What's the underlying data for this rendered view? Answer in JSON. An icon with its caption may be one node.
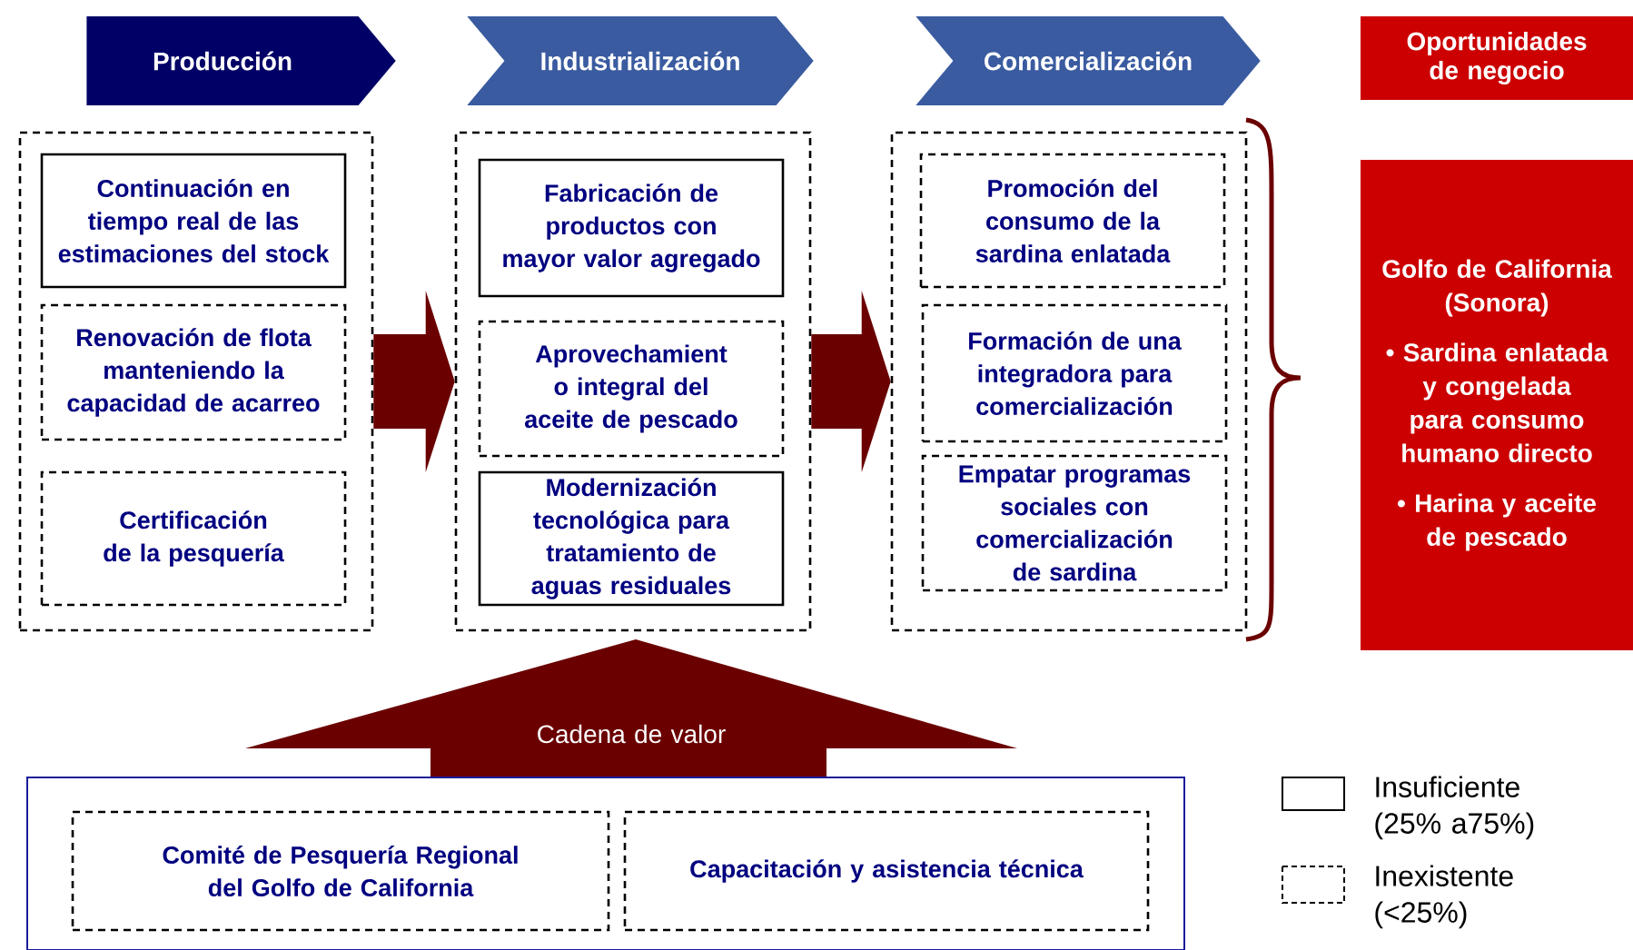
{
  "diagram": {
    "nodes": [
      {
        "text": [
          "Producción"
        ]
      },
      {
        "text": [
          "Industrialización"
        ]
      },
      {
        "text": [
          "Comercialización"
        ]
      },
      {
        "text": [
          "Oportunidades de negocio"
        ]
      },
      {
        "text": [],
        "shape": "box"
      },
      {
        "text": [
          "Continuación en tiempo real de las estimaciones del stock"
        ],
        "in": 4
      },
      {
        "text": [
          "Renovación de flota manteniendo la capacidad de acarreo"
        ],
        "in": 4
      },
      {
        "text": [
          "Certificación de la pesquería"
        ],
        "in": 4
      },
      {
        "text": [],
        "shape": "box"
      },
      {
        "text": [
          "Fabricación de productos con mayor valor agregado"
        ],
        "in": 8
      },
      {
        "text": [
          "Aprovechamient o integral del aceite de pescado"
        ],
        "in": 8
      },
      {
        "text": [
          "Modernización tecnológica para tratamiento de aguas residuales"
        ],
        "in": 8
      },
      {
        "text": [],
        "shape": "box"
      },
      {
        "text": [
          "Promoción del consumo de la sardina enlatada"
        ],
        "in": 12
      },
      {
        "text": [
          "Formación de una integradora para comercialización"
        ],
        "in": 12
      },
      {
        "text": [
          "Empatar programas sociales con comercialización de sardina"
        ],
        "in": 12
      },
      {
        "text": [
          "Golfo de California (Sonora)",
          "• Sardina enlatada y congelada para consumo humano directo",
          "• Harina y aceite de pescado"
        ]
      },
      {
        "text": [
          "Cadena de valor"
        ]
      },
      {
        "text": [],
        "shape": "box"
      },
      {
        "text": [
          "Comité de Pesquería Regional del Golfo de California"
        ],
        "in": 18
      },
      {
        "text": [
          "Capacitación y asistencia técnica"
        ],
        "in": 18
      }
    ],
    "edges": [
      {
        "from": 4,
        "to": 8,
        "arrow": "to"
      },
      {
        "from": 8,
        "to": 12,
        "arrow": "to"
      }
    ],
    "legend": [
      {
        "text": "Insuficiente (25% a75%)"
      },
      {
        "text": "Inexistente (<25%)"
      }
    ]
  }
}
